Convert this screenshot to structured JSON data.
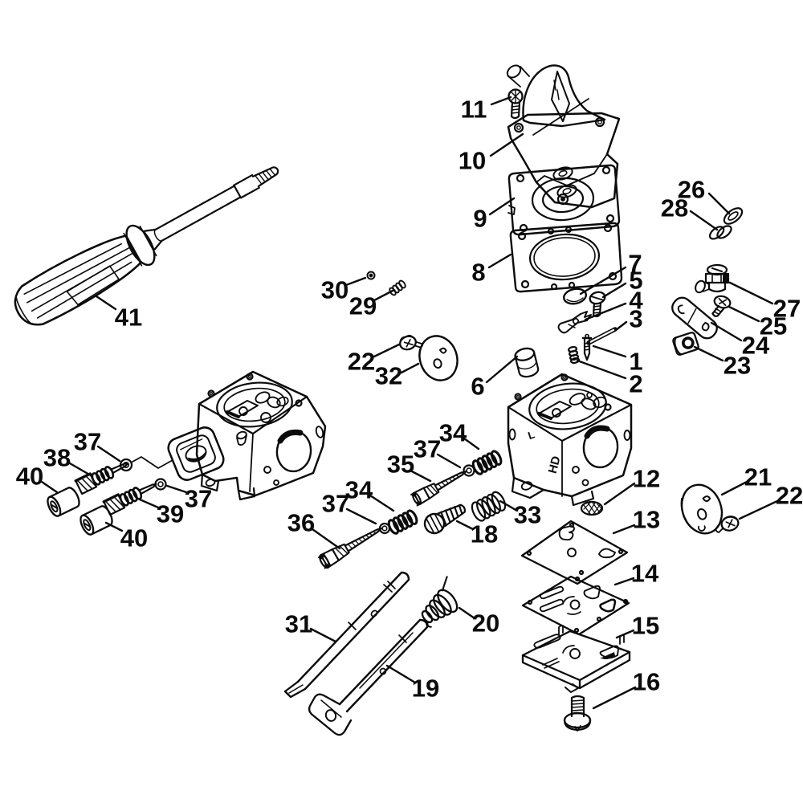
{
  "palette": {
    "background": "#ffffff",
    "ink": "#000000"
  },
  "callouts": [
    "11",
    "10",
    "9",
    "8",
    "26",
    "28",
    "7",
    "5",
    "4",
    "3",
    "1",
    "2",
    "27",
    "25",
    "24",
    "23",
    "30",
    "29",
    "22",
    "32",
    "6",
    "41",
    "37",
    "38",
    "40",
    "37",
    "39",
    "40",
    "35",
    "37",
    "34",
    "36",
    "37",
    "34",
    "33",
    "18",
    "12",
    "13",
    "14",
    "15",
    "16",
    "21",
    "22",
    "31",
    "19",
    "20"
  ],
  "markings": {
    "hd": "HD",
    "l": "L"
  }
}
